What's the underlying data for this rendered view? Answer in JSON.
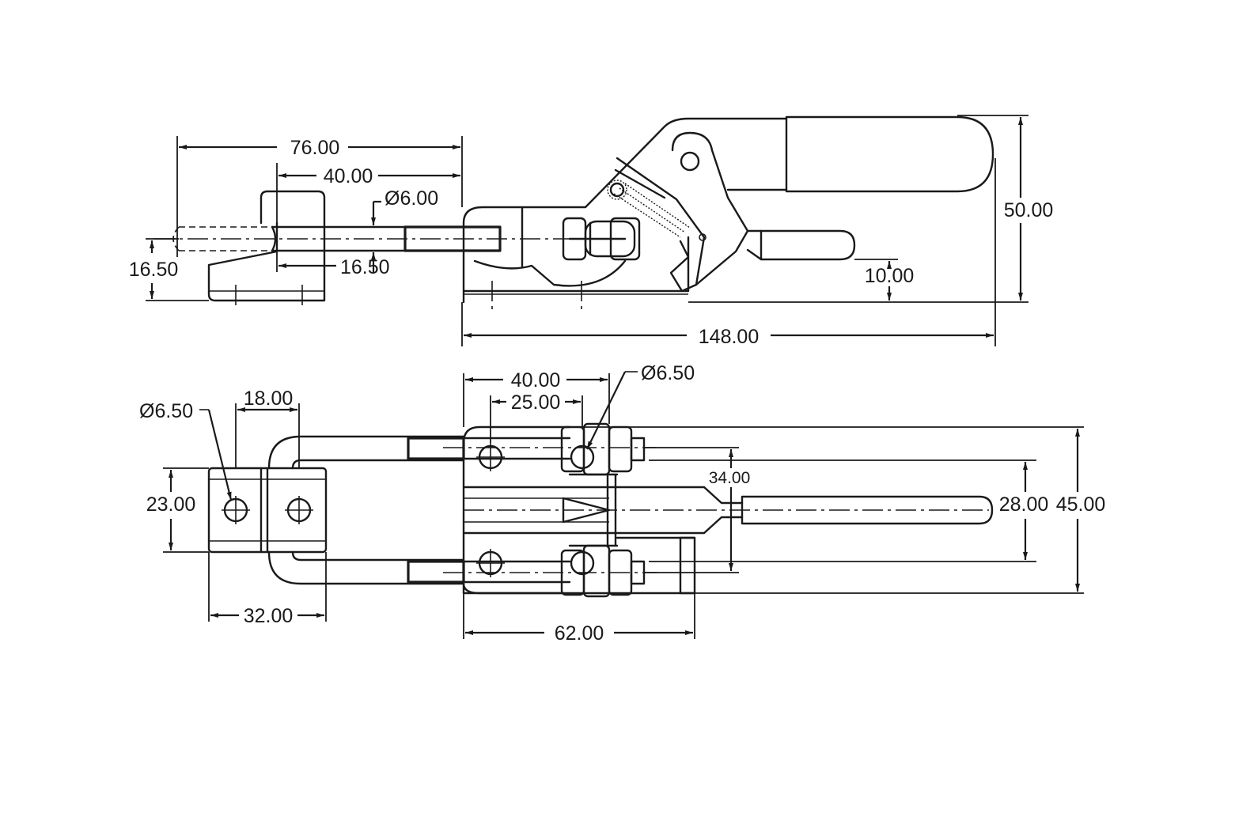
{
  "dimensions": {
    "side": {
      "overall_length": "76.00",
      "hook_offset": "40.00",
      "pin_diameter": "Ø6.00",
      "hook_height": "16.50",
      "hook_width": "16.50",
      "base_length": "148.00",
      "total_height": "50.00",
      "handle_height": "10.00"
    },
    "top": {
      "hole_diameter_left": "Ø6.50",
      "hole_spacing": "18.00",
      "catch_height": "23.00",
      "catch_length": "32.00",
      "base_hole_span": "40.00",
      "base_hole_offset": "25.00",
      "hole_diameter_right": "Ø6.50",
      "inner_width": "34.00",
      "handle_width": "28.00",
      "overall_width": "45.00",
      "base_length": "62.00"
    }
  }
}
